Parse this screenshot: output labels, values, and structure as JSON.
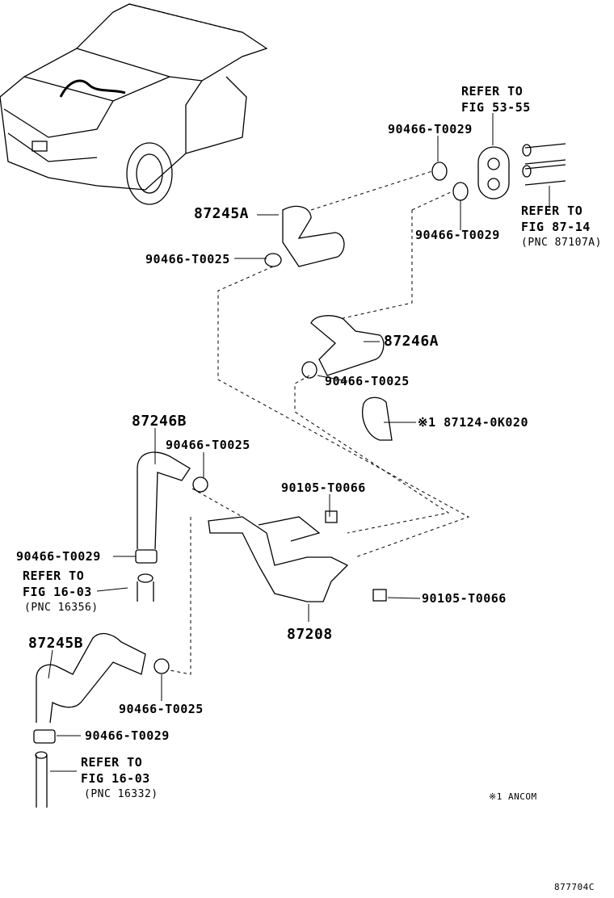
{
  "diagram": {
    "labels": {
      "refer_53_55_a": "REFER TO",
      "refer_53_55_b": "FIG 53-55",
      "clamp_top_1": "90466-T0029",
      "hose_87245a": "87245A",
      "clamp_top_2": "90466-T0029",
      "refer_87_14_a": "REFER TO",
      "refer_87_14_b": "FIG 87-14",
      "refer_87_14_c": "(PNC 87107A)",
      "clamp_87245a": "90466-T0025",
      "hose_87246a": "87246A",
      "clamp_87246a": "90466-T0025",
      "grommet": "※1 87124-0K020",
      "hose_87246b": "87246B",
      "clamp_87246b": "90466-T0025",
      "bolt_1": "90105-T0066",
      "clamp_left_1": "90466-T0029",
      "refer_16_03_a1": "REFER TO",
      "refer_16_03_b1": "FIG 16-03",
      "refer_16_03_c1": "(PNC 16356)",
      "bolt_2": "90105-T0066",
      "pipe_87208": "87208",
      "hose_87245b": "87245B",
      "clamp_87245b": "90466-T0025",
      "clamp_left_2": "90466-T0029",
      "refer_16_03_a2": "REFER TO",
      "refer_16_03_b2": "FIG 16-03",
      "refer_16_03_c2": "(PNC 16332)",
      "footnote": "※1 ANCOM",
      "figure_code": "877704C"
    }
  }
}
